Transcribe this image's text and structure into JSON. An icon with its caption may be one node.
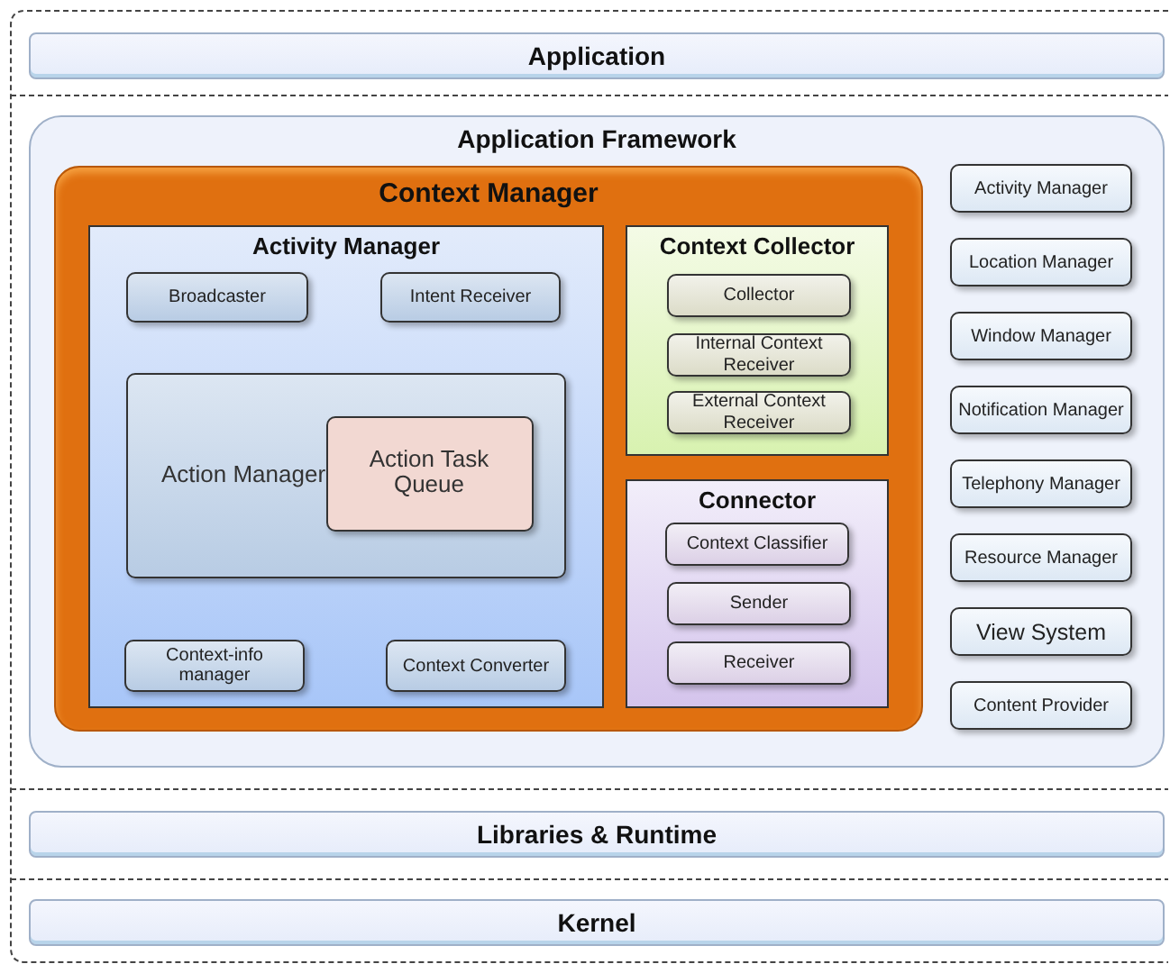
{
  "diagram": {
    "nodes": [
      {
        "text": [
          "Application"
        ]
      },
      {
        "text": [
          "Application Framework"
        ]
      },
      {
        "text": [
          "Context Manager"
        ],
        "in": 1
      },
      {
        "text": [
          "Activity Manager"
        ],
        "in": 2
      },
      {
        "text": [
          "Broadcaster"
        ],
        "in": 3
      },
      {
        "text": [
          "Intent Receiver"
        ],
        "in": 3
      },
      {
        "text": [
          "Action Manager"
        ],
        "in": 3
      },
      {
        "text": [
          "Action Task Queue"
        ],
        "in": 6
      },
      {
        "text": [
          "Context-info manager"
        ],
        "in": 3
      },
      {
        "text": [
          "Context Converter"
        ],
        "in": 3
      },
      {
        "text": [
          "Context Collector"
        ],
        "in": 2
      },
      {
        "text": [
          "Collector"
        ],
        "in": 10
      },
      {
        "text": [
          "Internal Context Receiver"
        ],
        "in": 10
      },
      {
        "text": [
          "External Context Receiver"
        ],
        "in": 10
      },
      {
        "text": [
          "Connector"
        ],
        "in": 2
      },
      {
        "text": [
          "Context Classifier"
        ],
        "in": 14
      },
      {
        "text": [
          "Sender"
        ],
        "in": 14
      },
      {
        "text": [
          "Receiver"
        ],
        "in": 14
      },
      {
        "text": [
          "Activity Manager"
        ],
        "in": 1
      },
      {
        "text": [
          "Location Manager"
        ],
        "in": 1
      },
      {
        "text": [
          "Window Manager"
        ],
        "in": 1
      },
      {
        "text": [
          "Notification Manager"
        ],
        "in": 1
      },
      {
        "text": [
          "Telephony Manager"
        ],
        "in": 1
      },
      {
        "text": [
          "Resource Manager"
        ],
        "in": 1
      },
      {
        "text": [
          "View System"
        ],
        "in": 1
      },
      {
        "text": [
          "Content Provider"
        ],
        "in": 1
      },
      {
        "text": [
          "Libraries & Runtime"
        ]
      },
      {
        "text": [
          "Kernel"
        ]
      }
    ]
  }
}
